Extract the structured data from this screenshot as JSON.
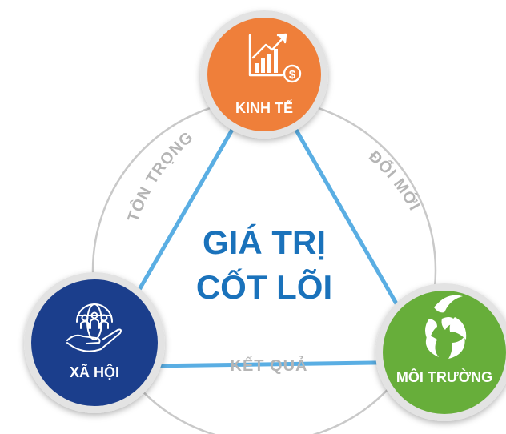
{
  "center": {
    "line1": "GIÁ TRỊ",
    "line2": "CỐT LÕI",
    "color": "#1a72bb"
  },
  "nodes": {
    "economy": {
      "label": "KINH TẾ",
      "color": "#ef7f3a",
      "icon": "growth-chart-dollar-icon"
    },
    "society": {
      "label": "XÃ HỘI",
      "color": "#1b3e8c",
      "icon": "globe-people-hand-icon"
    },
    "environment": {
      "label": "MÔI TRƯỜNG",
      "color": "#67ae3a",
      "icon": "leaf-cycle-icon"
    }
  },
  "arcs": {
    "left": "TÔN TRỌNG",
    "right": "ĐỔI MỚI",
    "bottom": "KẾT QUẢ"
  },
  "colors": {
    "triangle": "#5aaee3",
    "circle": "#c9c9c9",
    "arc_text": "#b5b5b5",
    "node_border": "#e3e3e3"
  }
}
